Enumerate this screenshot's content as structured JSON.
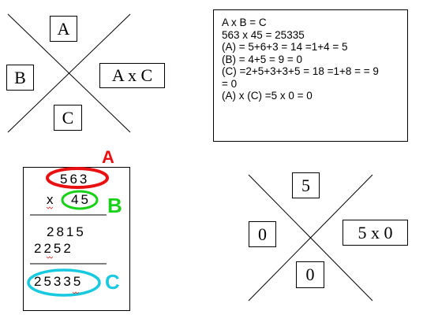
{
  "diagram1": {
    "top": "A",
    "left": "B",
    "right": "A x C",
    "bottom": "C"
  },
  "calc": {
    "lines": [
      "A x B = C",
      "563 x 45 = 25335",
      "",
      "(A) = 5+6+3 = 14 =1+4 = 5",
      "(B) = 4+5 = 9 = 0",
      "(C) =2+5+3+3+5 = 18 =1+8 = = 9",
      "= 0",
      "(A) x (C) =5 x 0 = 0"
    ]
  },
  "multiplication": {
    "multiplicand": "563",
    "times": "x",
    "multiplier": "45",
    "partial1": "2815",
    "partial2": "2252",
    "result": "25335",
    "labels": {
      "a": "A",
      "b": "B",
      "c": "C"
    }
  },
  "diagram2": {
    "top": "5",
    "left": "0",
    "right": "5 x 0",
    "bottom": "0"
  },
  "colors": {
    "a": "#e81010",
    "b": "#19d119",
    "c": "#18c9e0"
  }
}
